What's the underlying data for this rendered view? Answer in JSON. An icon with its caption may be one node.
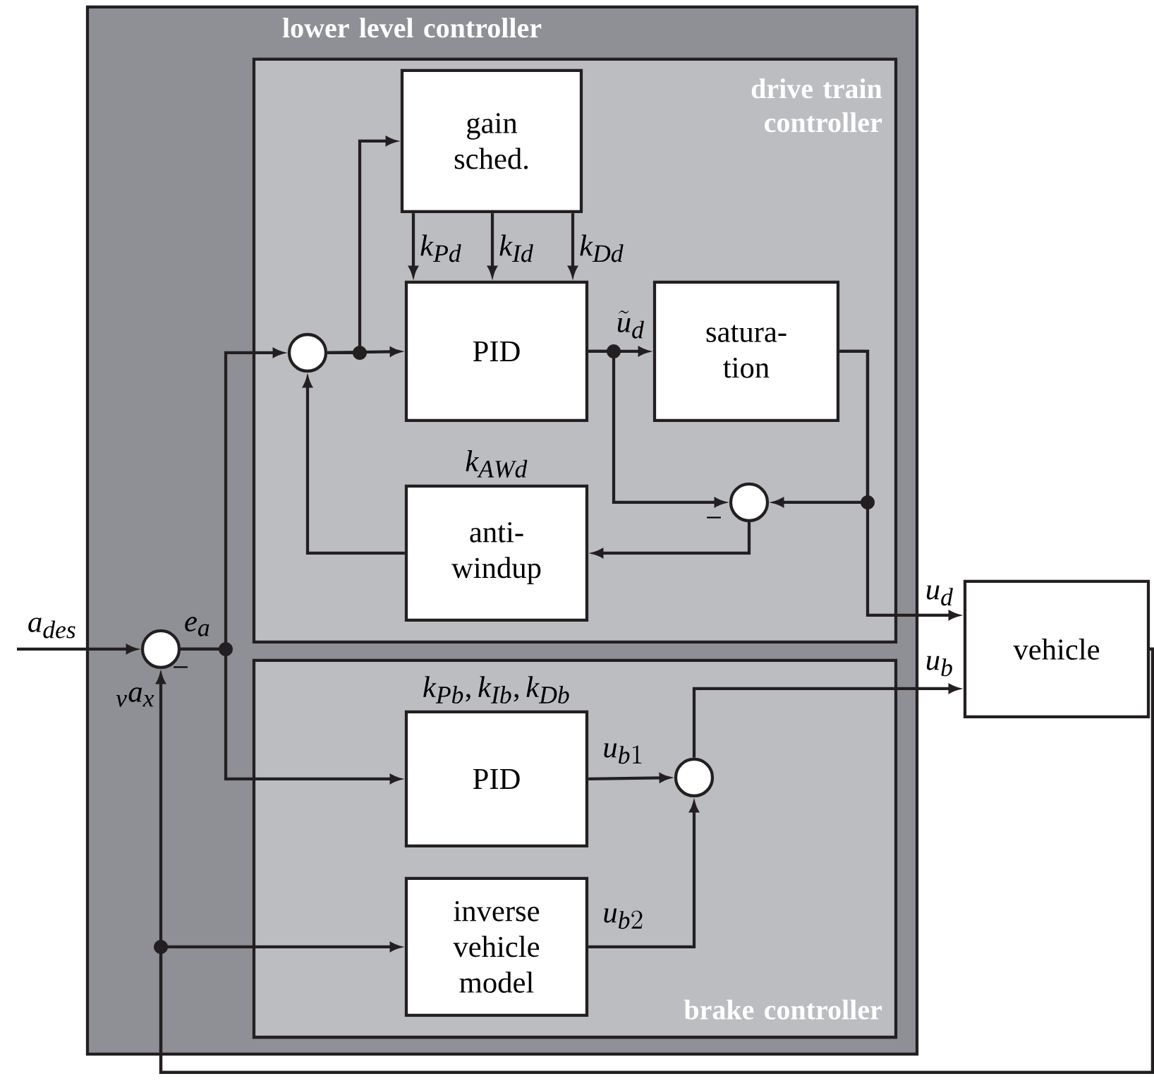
{
  "diagram": {
    "nodes": [
      {
        "text": [
          "lower level controller"
        ]
      },
      {
        "text": [
          "drive train controller"
        ],
        "in": 0
      },
      {
        "text": [
          "gain sched."
        ],
        "in": 1
      },
      {
        "text": [],
        "shape": "circle",
        "in": 1
      },
      {
        "text": [
          "PID"
        ],
        "in": 1
      },
      {
        "text": [
          "satura- tion"
        ],
        "in": 1
      },
      {
        "text": [],
        "shape": "circle",
        "in": 1
      },
      {
        "text": [
          "anti- windup"
        ],
        "in": 1,
        "beside": [
          "k_{AWd}"
        ]
      },
      {
        "text": [],
        "shape": "circle",
        "in": 0
      },
      {
        "text": [
          "brake controller"
        ],
        "in": 0
      },
      {
        "text": [
          "PID"
        ],
        "in": 9,
        "beside": [
          "k_{Pb},k_{Ib},k_{Db}"
        ]
      },
      {
        "text": [],
        "shape": "circle",
        "in": 9
      },
      {
        "text": [
          "inverse vehicle model"
        ],
        "in": 9
      },
      {
        "text": [
          "vehicle"
        ]
      }
    ],
    "edges": [
      {
        "from": null,
        "to": 8,
        "arrow": "to",
        "label": "a_{des}"
      },
      {
        "from": 8,
        "to": 3,
        "arrow": "to",
        "label": "e_a"
      },
      {
        "from": 8,
        "to": 10,
        "arrow": "to"
      },
      {
        "from": 3,
        "to": 4,
        "arrow": "to"
      },
      {
        "from": 3,
        "to": 2,
        "arrow": "to"
      },
      {
        "from": 2,
        "to": 4,
        "arrow": "to",
        "label": "k_{Pd}"
      },
      {
        "from": 2,
        "to": 4,
        "arrow": "to",
        "label": "k_{Id}"
      },
      {
        "from": 2,
        "to": 4,
        "arrow": "to",
        "label": "k_{Dd}"
      },
      {
        "from": 4,
        "to": 5,
        "arrow": "to",
        "label": "\\tilde{u}_d"
      },
      {
        "from": 4,
        "to": 6,
        "arrow": "to"
      },
      {
        "from": 5,
        "to": 13,
        "arrow": "to",
        "label": "u_d"
      },
      {
        "from": 5,
        "to": 6,
        "arrow": "to"
      },
      {
        "from": 6,
        "to": 7,
        "arrow": "to"
      },
      {
        "from": 7,
        "to": 3,
        "arrow": "to"
      },
      {
        "from": 10,
        "to": 11,
        "arrow": "to",
        "label": "u_{b1}"
      },
      {
        "from": 12,
        "to": 11,
        "arrow": "to",
        "label": "u_{b2}"
      },
      {
        "from": 11,
        "to": 13,
        "arrow": "to",
        "label": "u_b"
      },
      {
        "from": 13,
        "to": 8,
        "arrow": "to",
        "label": "{}_va_x"
      },
      {
        "from": 13,
        "to": 12,
        "arrow": "to"
      }
    ],
    "labels": [
      "−",
      "−"
    ]
  }
}
